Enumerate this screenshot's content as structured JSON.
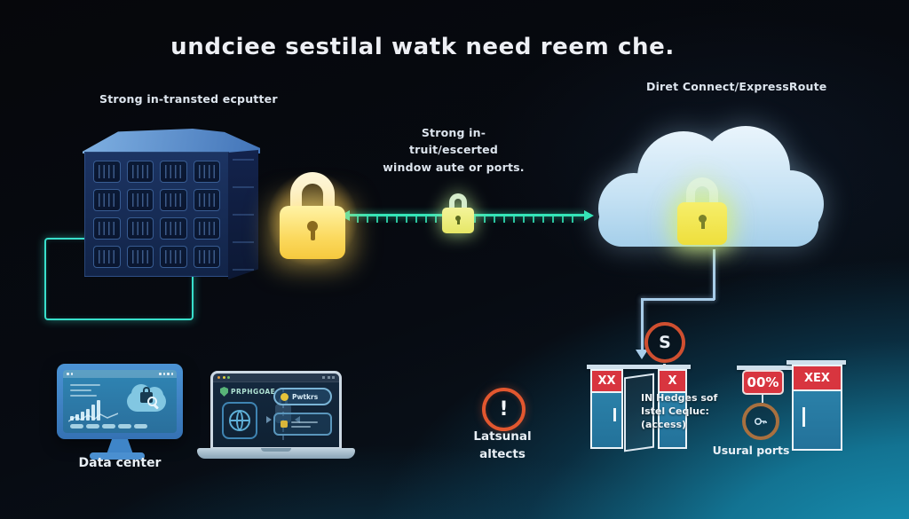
{
  "title": "undciee sestilal watk need reem che.",
  "annotations": {
    "left_label": "Strong in-transted ecputter",
    "middle_label_line1": "Strong in-truit/escerted",
    "middle_label_line2": "window aute or ports.",
    "right_label": "Diret Connect/ExpressRoute"
  },
  "data_center": {
    "caption": "Data center"
  },
  "laptop_screen": {
    "shield_app_name": "PRPHGOAE",
    "button_label": "Pwtkrs"
  },
  "alert": {
    "glyph": "!",
    "label_line1": "Latsunal",
    "label_line2": "altects"
  },
  "cost_badge": {
    "glyph": "S"
  },
  "doorway": {
    "left_panel_header": "XX",
    "right_panel_header": "X",
    "note_line1": "IN Hedges sof",
    "note_line2": "Istel Ceqluc:",
    "note_line3": "(access)"
  },
  "ports": {
    "percent_badge": "00%",
    "door_header": "XEX",
    "caption": "Usural ports"
  },
  "colors": {
    "accent_teal": "#38dfcb",
    "connection_green": "#35e3b7",
    "lock_yellow": "#f9d34e",
    "cloud_blue": "#bcdcf2",
    "alert_orange": "#e2572f",
    "header_red": "#d8353f",
    "badge_ring_orange": "#cf4f30",
    "key_ring_brown": "#a8703f",
    "background_teal": "#1694ba"
  }
}
